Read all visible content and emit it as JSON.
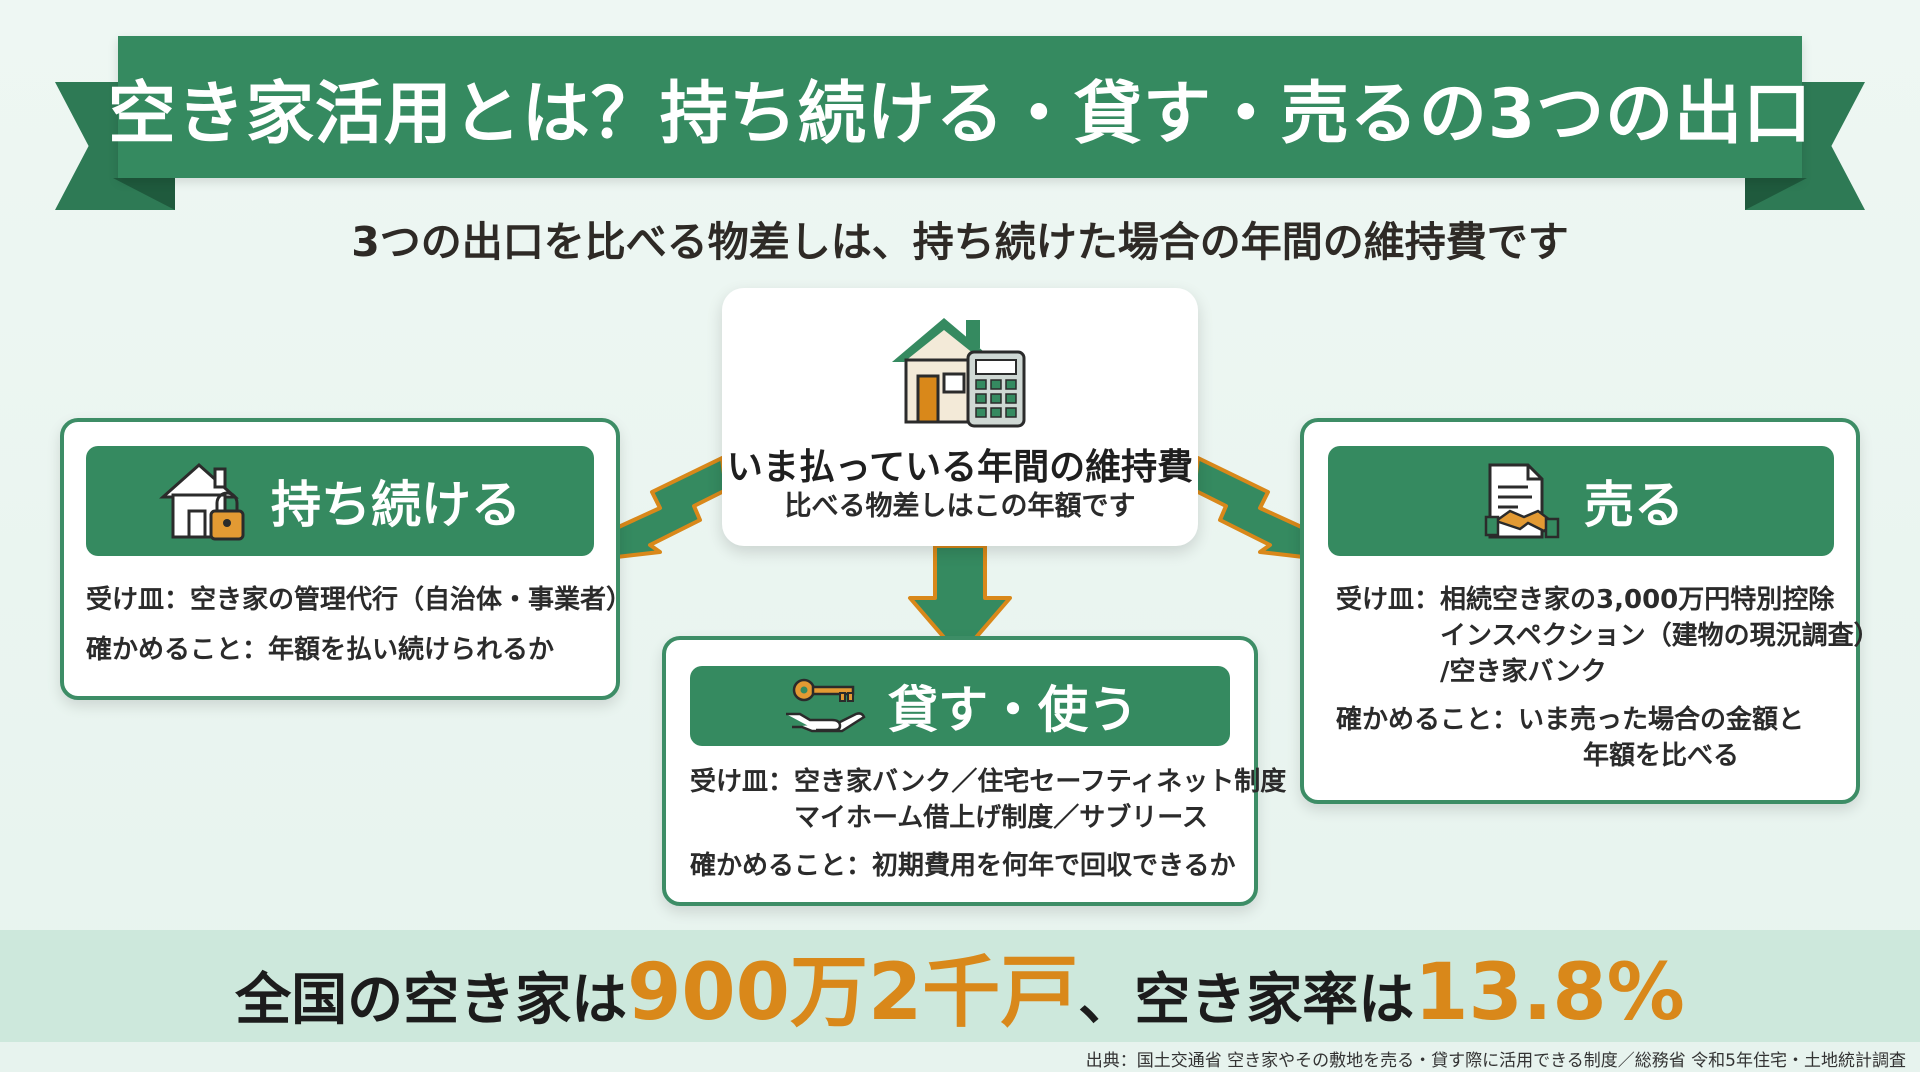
{
  "title": "空き家活用とは？持ち続ける・貸す・売るの3つの出口",
  "subtitle": "3つの出口を比べる物差しは、持ち続けた場合の年間の維持費です",
  "center": {
    "title": "いま払っている年間の維持費",
    "subtitle": "比べる物差しはこの年額です"
  },
  "keep": {
    "label": "持ち続ける",
    "receiver_key": "受け皿：",
    "receiver": "空き家の管理代行（自治体・事業者）",
    "check_key": "確かめること：",
    "check": "年額を払い続けられるか"
  },
  "rent": {
    "label": "貸す・使う",
    "receiver_key": "受け皿：",
    "receiver_lines": [
      "空き家バンク／住宅セーフティネット制度",
      "マイホーム借上げ制度／サブリース"
    ],
    "check_key": "確かめること：",
    "check": "初期費用を何年で回収できるか"
  },
  "sell": {
    "label": "売る",
    "receiver_key": "受け皿：",
    "receiver_lines": [
      "相続空き家の3,000万円特別控除",
      "インスペクション（建物の現況調査）",
      "/空き家バンク"
    ],
    "check_key": "確かめること：",
    "check_lines": [
      "いま売った場合の金額と",
      "年額を比べる"
    ]
  },
  "stat": {
    "prefix": "全国の空き家は",
    "count": "900万2千戸",
    "middle": "、空き家率は",
    "rate": "13.8%"
  },
  "source": "出典：国土交通省 空き家やその敷地を売る・貸す際に活用できる制度／総務省 令和5年住宅・土地統計調査",
  "colors": {
    "primary_green": "#358a60",
    "accent_orange": "#d9881a",
    "band": "#cde8dc"
  },
  "icons": [
    "house-calculator-icon",
    "house-lock-icon",
    "key-hand-icon",
    "document-handshake-icon",
    "arrow-left-icon",
    "arrow-down-icon",
    "arrow-right-icon"
  ]
}
